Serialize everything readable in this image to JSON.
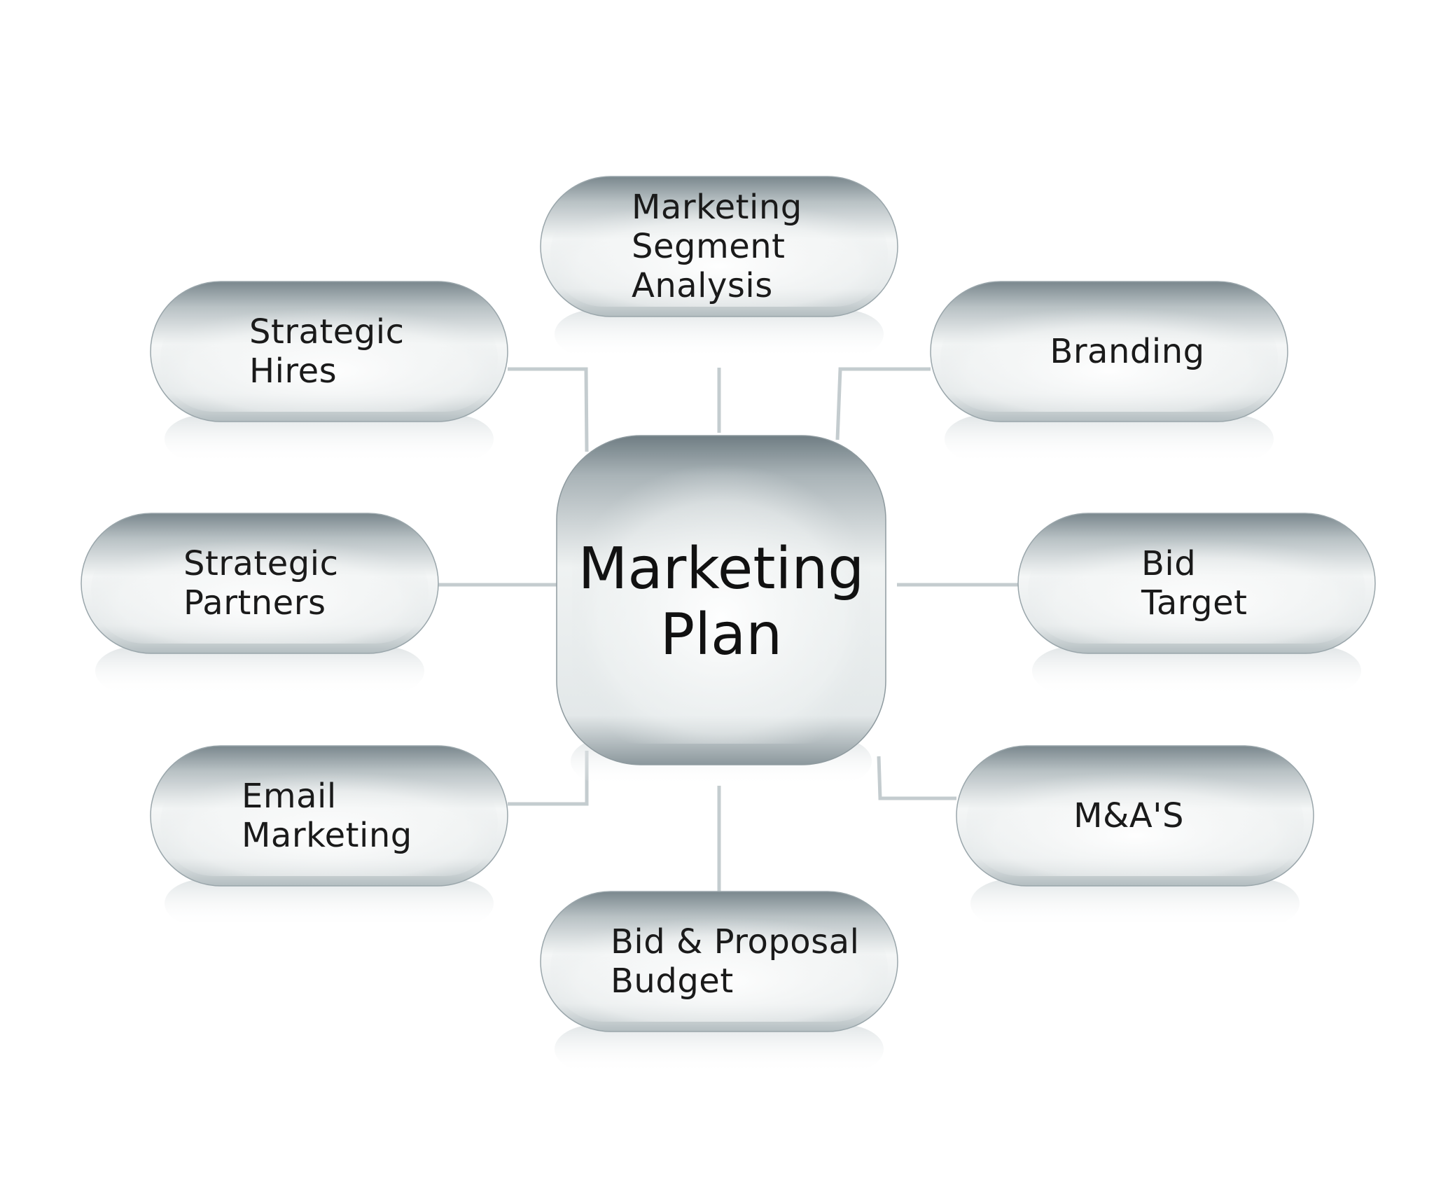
{
  "diagram": {
    "center": {
      "id": "marketing-plan",
      "lines": [
        "Marketing",
        "Plan"
      ]
    },
    "nodes": [
      {
        "id": "marketing-segment-analysis",
        "lines": [
          "Marketing",
          "Segment",
          "Analysis"
        ]
      },
      {
        "id": "strategic-hires",
        "lines": [
          "Strategic",
          "Hires"
        ]
      },
      {
        "id": "branding",
        "lines": [
          "Branding"
        ]
      },
      {
        "id": "strategic-partners",
        "lines": [
          "Strategic",
          "Partners"
        ]
      },
      {
        "id": "bid-target",
        "lines": [
          "Bid",
          "Target"
        ]
      },
      {
        "id": "email-marketing",
        "lines": [
          "Email",
          "Marketing"
        ]
      },
      {
        "id": "mas",
        "lines": [
          "M&A'S"
        ]
      },
      {
        "id": "bid-proposal-budget",
        "lines": [
          "Bid & Proposal",
          "Budget"
        ]
      }
    ],
    "edges": [
      [
        "marketing-plan",
        "marketing-segment-analysis"
      ],
      [
        "marketing-plan",
        "strategic-hires"
      ],
      [
        "marketing-plan",
        "branding"
      ],
      [
        "marketing-plan",
        "strategic-partners"
      ],
      [
        "marketing-plan",
        "bid-target"
      ],
      [
        "marketing-plan",
        "email-marketing"
      ],
      [
        "marketing-plan",
        "mas"
      ],
      [
        "marketing-plan",
        "bid-proposal-budget"
      ]
    ]
  }
}
